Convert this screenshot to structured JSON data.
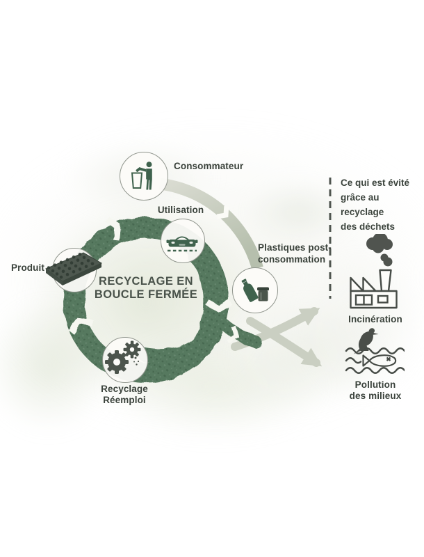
{
  "diagram_type": "closed-loop-recycling-cycle",
  "cycle": {
    "title_line1": "RECYCLAGE EN",
    "title_line2": "BOUCLE FERMÉE",
    "consommateur": {
      "label": "Consommateur",
      "icon": "person-litter-icon"
    },
    "utilisation": {
      "label": "Utilisation",
      "icon": "car-icon"
    },
    "plastiques": {
      "label_line1": "Plastiques post-",
      "label_line2": "consommation",
      "icon": "plastic-bottle-jar-icon"
    },
    "recyclage": {
      "label_line1": "Recyclage",
      "label_line2": "Réemploi",
      "icon": "gears-icon"
    },
    "produit": {
      "label": "Produit",
      "icon": "seedling-tray-icon"
    }
  },
  "avoided": {
    "note_line1": "Ce qui est évité",
    "note_line2": "grâce au",
    "note_line3": "recyclage",
    "note_line4": "des déchets",
    "incineration": {
      "label": "Incinération",
      "icon": "factory-smoke-icon"
    },
    "pollution": {
      "label_line1": "Pollution",
      "label_line2": "des milieux",
      "icon": "bird-dead-fish-waves-icon"
    }
  },
  "colors": {
    "ring_green": "#57795f",
    "icon_green": "#3f624d",
    "icon_dark": "#4a4f4a",
    "text_dark": "#3b433c",
    "arrow_gray": "#cacfc2",
    "circle_border": "#90958d",
    "background": "#ffffff",
    "texture_green": "#d5ddc6"
  }
}
